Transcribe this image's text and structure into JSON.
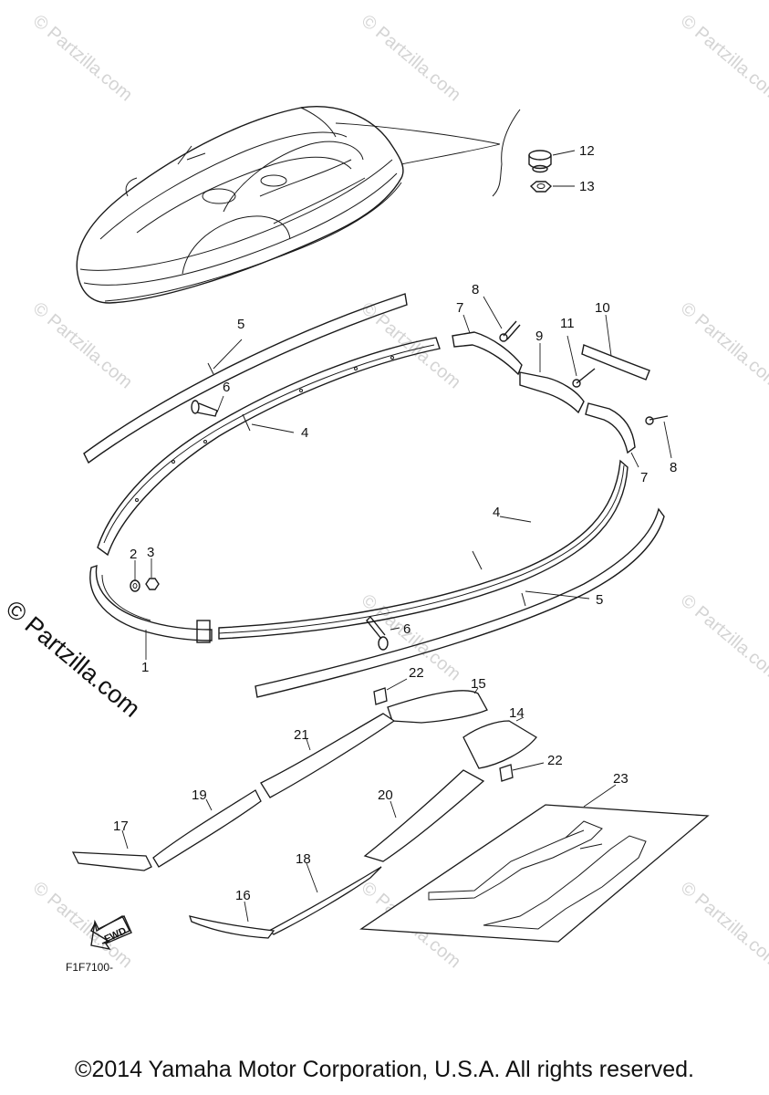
{
  "watermark_text": "© Partzilla.com",
  "side_copyright": "© Partzilla.com",
  "copyright": "©2014 Yamaha Motor Corporation, U.S.A. All rights reserved.",
  "drawing_code": "F1F7100-",
  "fwd_label": "FWD",
  "callouts": {
    "c1": "1",
    "c2": "2",
    "c3": "3",
    "c4a": "4",
    "c4b": "4",
    "c5a": "5",
    "c5b": "5",
    "c6a": "6",
    "c6b": "6",
    "c7a": "7",
    "c7b": "7",
    "c8a": "8",
    "c8b": "8",
    "c9": "9",
    "c10": "10",
    "c11": "11",
    "c12": "12",
    "c13": "13",
    "c14": "14",
    "c15": "15",
    "c16": "16",
    "c17": "17",
    "c18": "18",
    "c19": "19",
    "c20": "20",
    "c21": "21",
    "c22a": "22",
    "c22b": "22",
    "c23": "23"
  },
  "colors": {
    "line": "#1a1a1a",
    "watermark": "#d4d4d4",
    "background": "#ffffff"
  }
}
